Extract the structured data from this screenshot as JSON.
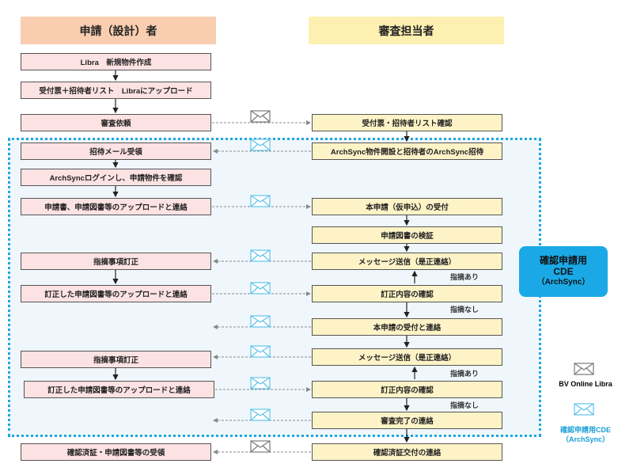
{
  "headers": {
    "applicant": "申請（設計）者",
    "reviewer": "審査担当者"
  },
  "applicant_steps": [
    "Libra　新規物件作成",
    "受付票＋招待者リスト　Libraにアップロード",
    "審査依頼",
    "招待メール受領",
    "ArchSyncログインし、申請物件を確認",
    "申請書、申請図書等のアップロードと連絡",
    "指摘事項訂正",
    "訂正した申請図書等のアップロードと連絡",
    "指摘事項訂正",
    "訂正した申請図書等のアップロードと連絡",
    "確認済証・申請図書等の受領"
  ],
  "reviewer_steps": [
    "受付票・招待者リスト確認",
    "ArchSync物件開設と招待者のArchSync招待",
    "本申請（仮申込）の受付",
    "申請図書の検証",
    "メッセージ送信（是正連絡）",
    "訂正内容の確認",
    "本申請の受付と連絡",
    "メッセージ送信（是正連絡）",
    "訂正内容の確認",
    "審査完了の連絡",
    "確認済証交付の連絡"
  ],
  "notes": {
    "ari_1": "指摘あり",
    "nashi_1": "指摘なし",
    "ari_2": "指摘あり",
    "nashi_2": "指摘なし"
  },
  "cde_badge": {
    "line1": "確認申請用",
    "line2": "CDE",
    "line3": "（ArchSync）"
  },
  "legend": {
    "libra": "BV Online Libra",
    "cde_line1": "確認申請用CDE",
    "cde_line2": "（ArchSync）"
  },
  "colors": {
    "applicant_header": "#f8cdb0",
    "reviewer_header": "#fdf0b0",
    "applicant_box": "#fde2e3",
    "reviewer_box": "#fdf3c7",
    "cde_border": "#1ea7e1",
    "cde_badge": "#1aa9e6",
    "libra_envelope": "#7a7a7a",
    "cde_envelope": "#5fc3ea"
  },
  "icons": [
    "envelope-libra-icon",
    "envelope-cde-icon"
  ]
}
